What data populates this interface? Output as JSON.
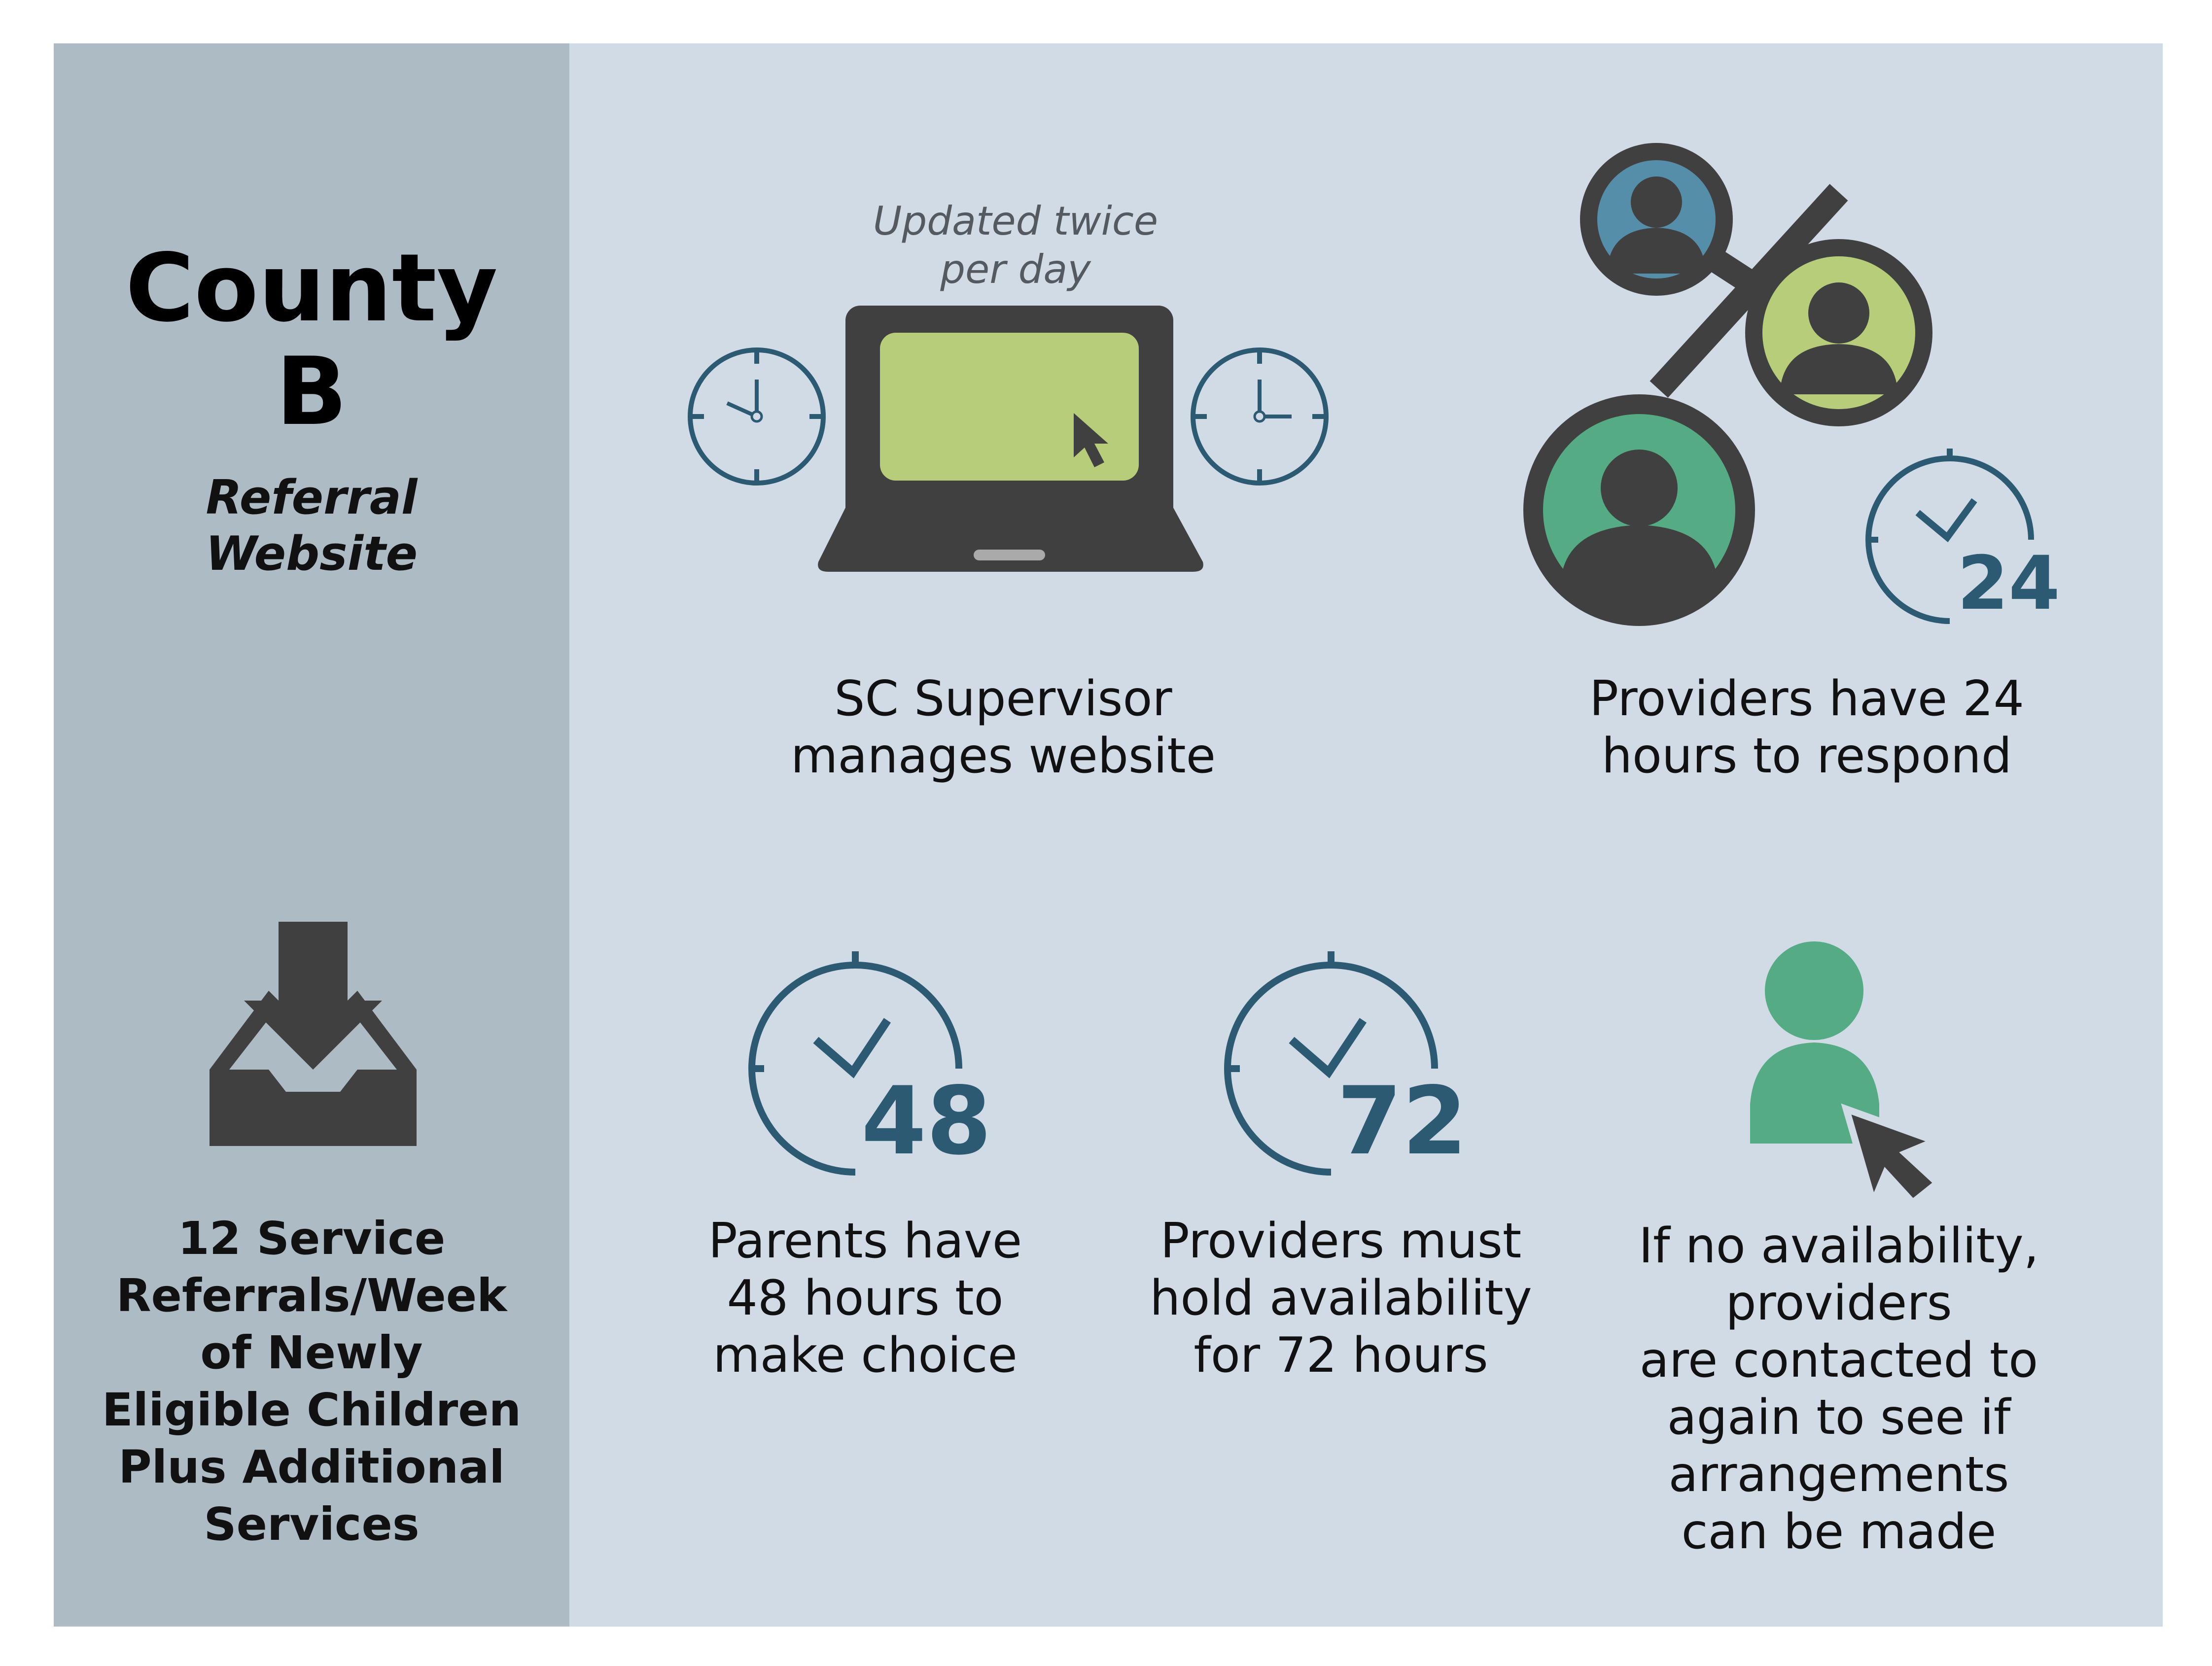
{
  "sidebar": {
    "title_line1": "County",
    "title_line2": "B",
    "subtitle_line1": "Referral",
    "subtitle_line2": "Website",
    "referrals_lines": [
      "12 Service",
      "Referrals/Week",
      "of Newly",
      "Eligible Children",
      "Plus Additional",
      "Services"
    ],
    "inbox_icon": "inbox-download-icon"
  },
  "website": {
    "note_line1": "Updated twice",
    "note_line2": "per day",
    "caption_line1": "SC Supervisor",
    "caption_line2": "manages website",
    "icons": [
      "clock-icon",
      "laptop-icon",
      "cursor-icon",
      "clock-icon"
    ]
  },
  "providers_respond": {
    "caption_line1": "Providers have 24",
    "caption_line2": "hours to respond",
    "timer_number": "24",
    "icons": [
      "network-people-icon",
      "timer-24-icon"
    ]
  },
  "parents": {
    "timer_number": "48",
    "caption_lines": [
      "Parents have",
      "48 hours to",
      "make choice"
    ]
  },
  "providers_hold": {
    "timer_number": "72",
    "caption_lines": [
      "Providers must",
      "hold availability",
      "for 72 hours"
    ]
  },
  "no_availability": {
    "caption_lines": [
      "If no availability,",
      "providers",
      "are contacted to",
      "again to see if",
      "arrangements",
      "can be made"
    ],
    "icons": [
      "person-icon",
      "cursor-icon"
    ]
  },
  "colors": {
    "panel": "#d0dbe5",
    "sidebar": "#adbbc4",
    "dark": "#404040",
    "navy": "#2c5a72",
    "lime": "#b8cd7a",
    "green": "#54ab84",
    "blue": "#558ea8",
    "gray_button": "#aaaaaa"
  }
}
